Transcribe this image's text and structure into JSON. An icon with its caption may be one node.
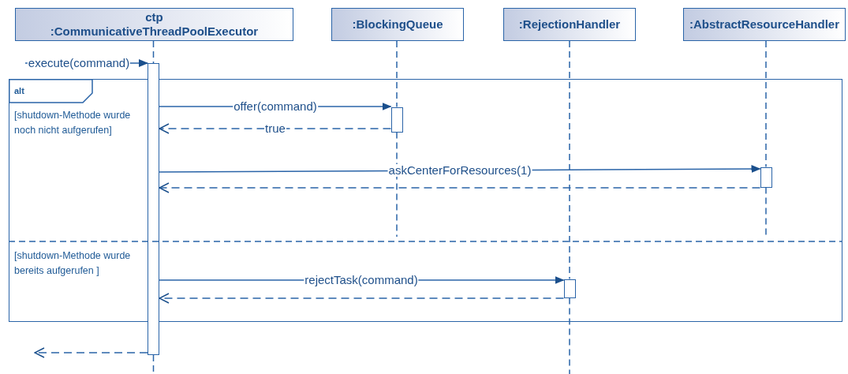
{
  "diagram": {
    "nodes": [
      {
        "text": [
          "ctp :CommunicativeThreadPoolExecutor"
        ]
      },
      {
        "text": [
          ":BlockingQueue"
        ]
      },
      {
        "text": [
          ":RejectionHandler"
        ]
      },
      {
        "text": [
          ":AbstractResourceHandler"
        ]
      },
      {
        "text": [
          "alt",
          "[shutdown-Methode wurde noch nicht aufgerufen]",
          "[shutdown-Methode wurde bereits aufgerufen ]"
        ]
      },
      {
        "text": [],
        "shape": "bar"
      },
      {
        "text": [],
        "shape": "bar",
        "in": 4
      },
      {
        "text": [],
        "shape": "bar",
        "in": 4
      },
      {
        "text": [],
        "shape": "bar",
        "in": 4
      }
    ],
    "edges": [
      {
        "from": 0,
        "to": 5,
        "arrow": "none",
        "style": "dashed"
      },
      {
        "from": 1,
        "to": 6,
        "arrow": "none",
        "style": "dashed"
      },
      {
        "from": 2,
        "to": 8,
        "arrow": "none",
        "style": "dashed"
      },
      {
        "from": 3,
        "to": 7,
        "arrow": "none",
        "style": "dashed"
      },
      {
        "from": null,
        "to": 5,
        "arrow": "to",
        "label": "execute(command)"
      },
      {
        "from": 5,
        "to": 6,
        "arrow": "to",
        "label": "offer(command)"
      },
      {
        "from": 6,
        "to": 5,
        "arrow": "to",
        "style": "dashed",
        "label": "true"
      },
      {
        "from": 5,
        "to": 7,
        "arrow": "to",
        "label": "askCenterForResources(1)"
      },
      {
        "from": 7,
        "to": 5,
        "arrow": "to",
        "style": "dashed"
      },
      {
        "from": 5,
        "to": 8,
        "arrow": "to",
        "label": "rejectTask(command)"
      },
      {
        "from": 8,
        "to": 5,
        "arrow": "to",
        "style": "dashed"
      },
      {
        "from": 5,
        "to": null,
        "arrow": "to",
        "style": "dashed"
      }
    ]
  }
}
